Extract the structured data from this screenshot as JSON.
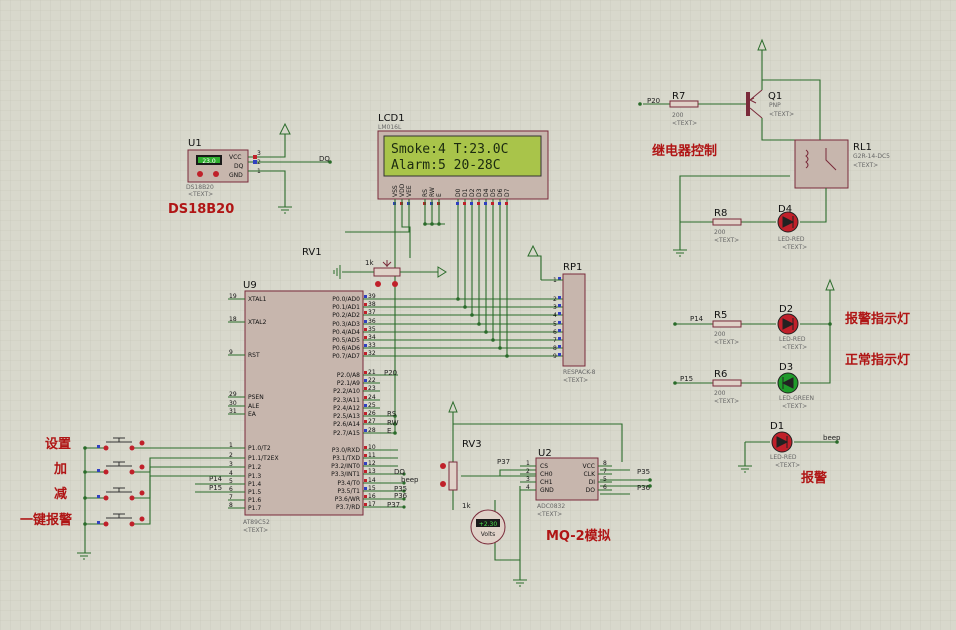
{
  "components": {
    "u1": {
      "ref": "U1",
      "part": "DS18B20",
      "display": "23.0",
      "pins": [
        "VCC",
        "DQ",
        "GND"
      ],
      "pin_nums": [
        "3",
        "2",
        "1"
      ],
      "net": "DQ",
      "label": "DS18B20"
    },
    "lcd": {
      "ref": "LCD1",
      "part": "LM016L",
      "line1": "Smoke:4  T:23.0C",
      "line2": "Alarm:5  20-28C",
      "pins": [
        "VSS",
        "VDD",
        "VEE",
        "RS",
        "RW",
        "E",
        "D0",
        "D1",
        "D2",
        "D3",
        "D4",
        "D5",
        "D6",
        "D7"
      ]
    },
    "rv1": {
      "ref": "RV1",
      "value": "1k"
    },
    "u9": {
      "ref": "U9",
      "part": "AT89C52",
      "left_pins": [
        {
          "num": "19",
          "name": "XTAL1"
        },
        {
          "num": "18",
          "name": "XTAL2"
        },
        {
          "num": "9",
          "name": "RST"
        },
        {
          "num": "29",
          "name": "PSEN"
        },
        {
          "num": "30",
          "name": "ALE"
        },
        {
          "num": "31",
          "name": "EA"
        },
        {
          "num": "1",
          "name": "P1.0/T2"
        },
        {
          "num": "2",
          "name": "P1.1/T2EX"
        },
        {
          "num": "3",
          "name": "P1.2"
        },
        {
          "num": "4",
          "name": "P1.3"
        },
        {
          "num": "5",
          "name": "P1.4"
        },
        {
          "num": "6",
          "name": "P1.5"
        },
        {
          "num": "7",
          "name": "P1.6"
        },
        {
          "num": "8",
          "name": "P1.7"
        }
      ],
      "right_pins": [
        {
          "num": "39",
          "name": "P0.0/AD0"
        },
        {
          "num": "38",
          "name": "P0.1/AD1"
        },
        {
          "num": "37",
          "name": "P0.2/AD2"
        },
        {
          "num": "36",
          "name": "P0.3/AD3"
        },
        {
          "num": "35",
          "name": "P0.4/AD4"
        },
        {
          "num": "34",
          "name": "P0.5/AD5"
        },
        {
          "num": "33",
          "name": "P0.6/AD6"
        },
        {
          "num": "32",
          "name": "P0.7/AD7"
        },
        {
          "num": "21",
          "name": "P2.0/A8"
        },
        {
          "num": "22",
          "name": "P2.1/A9"
        },
        {
          "num": "23",
          "name": "P2.2/A10"
        },
        {
          "num": "24",
          "name": "P2.3/A11"
        },
        {
          "num": "25",
          "name": "P2.4/A12"
        },
        {
          "num": "26",
          "name": "P2.5/A13"
        },
        {
          "num": "27",
          "name": "P2.6/A14"
        },
        {
          "num": "28",
          "name": "P2.7/A15"
        },
        {
          "num": "10",
          "name": "P3.0/RXD"
        },
        {
          "num": "11",
          "name": "P3.1/TXD"
        },
        {
          "num": "12",
          "name": "P3.2/INT0"
        },
        {
          "num": "13",
          "name": "P3.3/INT1"
        },
        {
          "num": "14",
          "name": "P3.4/T0"
        },
        {
          "num": "15",
          "name": "P3.5/T1"
        },
        {
          "num": "16",
          "name": "P3.6/WR"
        },
        {
          "num": "17",
          "name": "P3.7/RD"
        }
      ]
    },
    "rp1": {
      "ref": "RP1",
      "part": "RESPACK-8",
      "pins": [
        "1",
        "2",
        "3",
        "4",
        "5",
        "6",
        "7",
        "8",
        "9"
      ]
    },
    "q1": {
      "ref": "Q1",
      "part": "PNP"
    },
    "r7": {
      "ref": "R7",
      "value": "200",
      "net": "P20"
    },
    "rl1": {
      "ref": "RL1",
      "part": "G2R-14-DC5"
    },
    "r8": {
      "ref": "R8",
      "value": "200"
    },
    "d4": {
      "ref": "D4",
      "part": "LED-RED"
    },
    "r5": {
      "ref": "R5",
      "value": "200",
      "net": "P14"
    },
    "d2": {
      "ref": "D2",
      "part": "LED-RED"
    },
    "r6": {
      "ref": "R6",
      "value": "200",
      "net": "P15"
    },
    "d3": {
      "ref": "D3",
      "part": "LED-GREEN"
    },
    "d1": {
      "ref": "D1",
      "part": "LED-RED",
      "net": "beep"
    },
    "rv3": {
      "ref": "RV3",
      "value": "1k",
      "net": "P37"
    },
    "u2": {
      "ref": "U2",
      "part": "ADC0832",
      "left_pins": [
        {
          "num": "1",
          "name": "CS"
        },
        {
          "num": "2",
          "name": "CH0"
        },
        {
          "num": "3",
          "name": "CH1"
        },
        {
          "num": "4",
          "name": "GND"
        }
      ],
      "right_pins": [
        {
          "num": "8",
          "name": "VCC"
        },
        {
          "num": "7",
          "name": "CLK"
        },
        {
          "num": "5",
          "name": "DI"
        },
        {
          "num": "6",
          "name": "DO"
        }
      ],
      "nets": [
        "P35",
        "P36"
      ]
    },
    "voltmeter": {
      "reading": "+2.30",
      "unit": "Volts"
    }
  },
  "nets": {
    "rs": "RS",
    "rw": "RW",
    "e": "E",
    "dq": "DQ",
    "beep": "beep",
    "p20": "P20",
    "p14": "P14",
    "p15": "P15",
    "p35": "P35",
    "p36": "P36",
    "p37": "P37"
  },
  "placeholder": "<TEXT>",
  "annotations": {
    "relay": "继电器控制",
    "alarm_led": "报警指示灯",
    "normal_led": "正常指示灯",
    "buzzer": "报警",
    "sensor": "MQ-2模拟",
    "ds18b20": "DS18B20",
    "btn_set": "设置",
    "btn_add": "加",
    "btn_sub": "减",
    "btn_alarm": "一键报警"
  },
  "colors": {
    "background": "#d8d8cc",
    "grid": "#c3c3b6",
    "wire": "#2a6b2a",
    "body": "#c7b6ad",
    "lcd_screen": "#a9c44a",
    "annotation": "#b01515",
    "led_red": "#c0202a",
    "led_green": "#1f9a2a"
  }
}
